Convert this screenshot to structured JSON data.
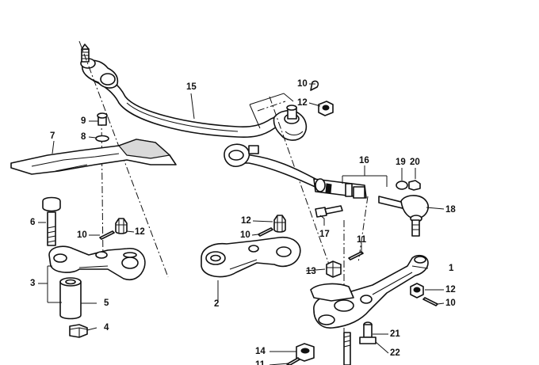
{
  "callouts": [
    {
      "id": "c15",
      "label": "15"
    },
    {
      "id": "c10a",
      "label": "10"
    },
    {
      "id": "c12a",
      "label": "12"
    },
    {
      "id": "c9",
      "label": "9"
    },
    {
      "id": "c8",
      "label": "8"
    },
    {
      "id": "c7",
      "label": "7"
    },
    {
      "id": "c16",
      "label": "16"
    },
    {
      "id": "c19",
      "label": "19"
    },
    {
      "id": "c20",
      "label": "20"
    },
    {
      "id": "c18",
      "label": "18"
    },
    {
      "id": "c6",
      "label": "6"
    },
    {
      "id": "c10b",
      "label": "10"
    },
    {
      "id": "c12b",
      "label": "12"
    },
    {
      "id": "c12c",
      "label": "12"
    },
    {
      "id": "c10c",
      "label": "10"
    },
    {
      "id": "c17",
      "label": "17"
    },
    {
      "id": "c11a",
      "label": "11"
    },
    {
      "id": "c1",
      "label": "1"
    },
    {
      "id": "c13",
      "label": "13"
    },
    {
      "id": "c3",
      "label": "3"
    },
    {
      "id": "c2",
      "label": "2"
    },
    {
      "id": "c12d",
      "label": "12"
    },
    {
      "id": "c5",
      "label": "5"
    },
    {
      "id": "c10d",
      "label": "10"
    },
    {
      "id": "c4",
      "label": "4"
    },
    {
      "id": "c21",
      "label": "21"
    },
    {
      "id": "c14",
      "label": "14"
    },
    {
      "id": "c22",
      "label": "22"
    },
    {
      "id": "c11b",
      "label": "11"
    }
  ]
}
